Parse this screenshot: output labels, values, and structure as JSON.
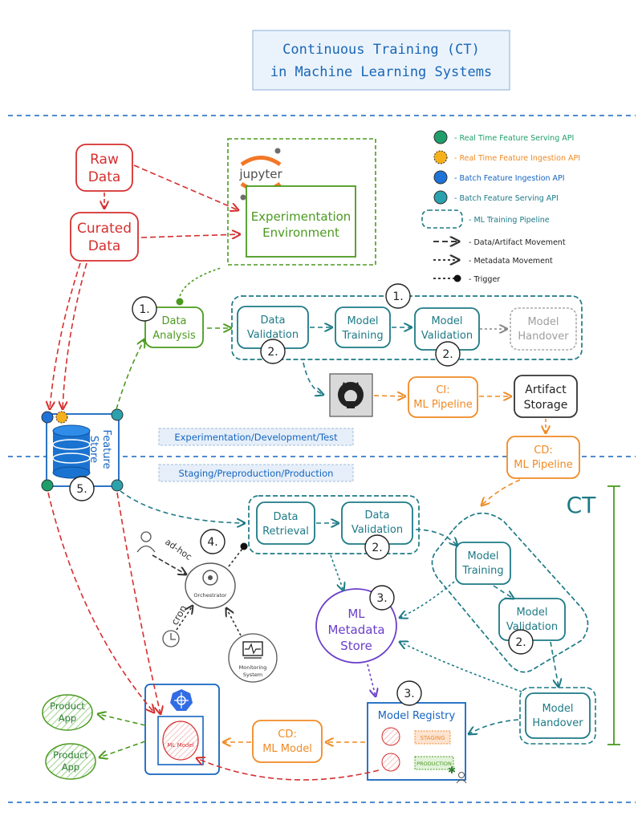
{
  "title": {
    "line1": "Continuous Training (CT)",
    "line2": "in Machine Learning Systems"
  },
  "colors": {
    "red": "#d62f2f",
    "green": "#4b9a1f",
    "teal": "#1d7a86",
    "orange": "#f08a24",
    "purple": "#6b3fc9",
    "blue": "#1565c0",
    "gray": "#9e9e9e",
    "dark": "#333333"
  },
  "legend": {
    "rt_serving": "- Real Time Feature Serving API",
    "rt_ingestion": "- Real Time Feature Ingestion API",
    "batch_ingestion": "- Batch Feature Ingestion API",
    "batch_serving": "- Batch Feature Serving API",
    "ml_pipeline": "- ML Training Pipeline",
    "data_movement": "- Data/Artifact Movement",
    "metadata_movement": "- Metadata Movement",
    "trigger": "- Trigger"
  },
  "nodes": {
    "raw_data": [
      "Raw",
      "Data"
    ],
    "curated_data": [
      "Curated",
      "Data"
    ],
    "jupyter": "jupyter",
    "experimentation_env": [
      "Experimentation",
      "Environment"
    ],
    "data_analysis": [
      "Data",
      "Analysis"
    ],
    "data_validation_top": [
      "Data",
      "Validation"
    ],
    "model_training_top": [
      "Model",
      "Training"
    ],
    "model_validation_top": [
      "Model",
      "Validation"
    ],
    "model_handover_top": [
      "Model",
      "Handover"
    ],
    "ci_pipeline": [
      "CI:",
      "ML Pipeline"
    ],
    "artifact_storage": [
      "Artifact",
      "Storage"
    ],
    "cd_pipeline": [
      "CD:",
      "ML Pipeline"
    ],
    "feature_store": [
      "Feature",
      "Store"
    ],
    "data_retrieval": [
      "Data",
      "Retrieval"
    ],
    "data_validation_prod": [
      "Data",
      "Validation"
    ],
    "model_training_prod": [
      "Model",
      "Training"
    ],
    "model_validation_prod": [
      "Model",
      "Validation"
    ],
    "model_handover_prod": [
      "Model",
      "Handover"
    ],
    "ml_metadata_store": [
      "ML",
      "Metadata",
      "Store"
    ],
    "orchestrator": "Orchestrator",
    "monitoring_system": [
      "Monitoring",
      "System"
    ],
    "adhoc": "ad-hoc",
    "cron": "cron",
    "model_registry": "Model Registry",
    "staging": "STAGING",
    "production": "PRODUCTION",
    "cd_ml_model": [
      "CD:",
      "ML Model"
    ],
    "ml_model": "ML Model",
    "product_app_1": [
      "Product",
      "App"
    ],
    "product_app_2": [
      "Product",
      "App"
    ]
  },
  "env_labels": {
    "dev": "Experimentation/Development/Test",
    "prod": "Staging/Preproduction/Production"
  },
  "ct_label": "CT",
  "badges": {
    "b1_analysis": "1.",
    "b1_pipeline": "1.",
    "b2_dv_top": "2.",
    "b2_mv_top": "2.",
    "b4": "4.",
    "b5": "5.",
    "b2_dv_prod": "2.",
    "b3_metadata": "3.",
    "b2_mv_prod": "2.",
    "b3_registry": "3."
  }
}
